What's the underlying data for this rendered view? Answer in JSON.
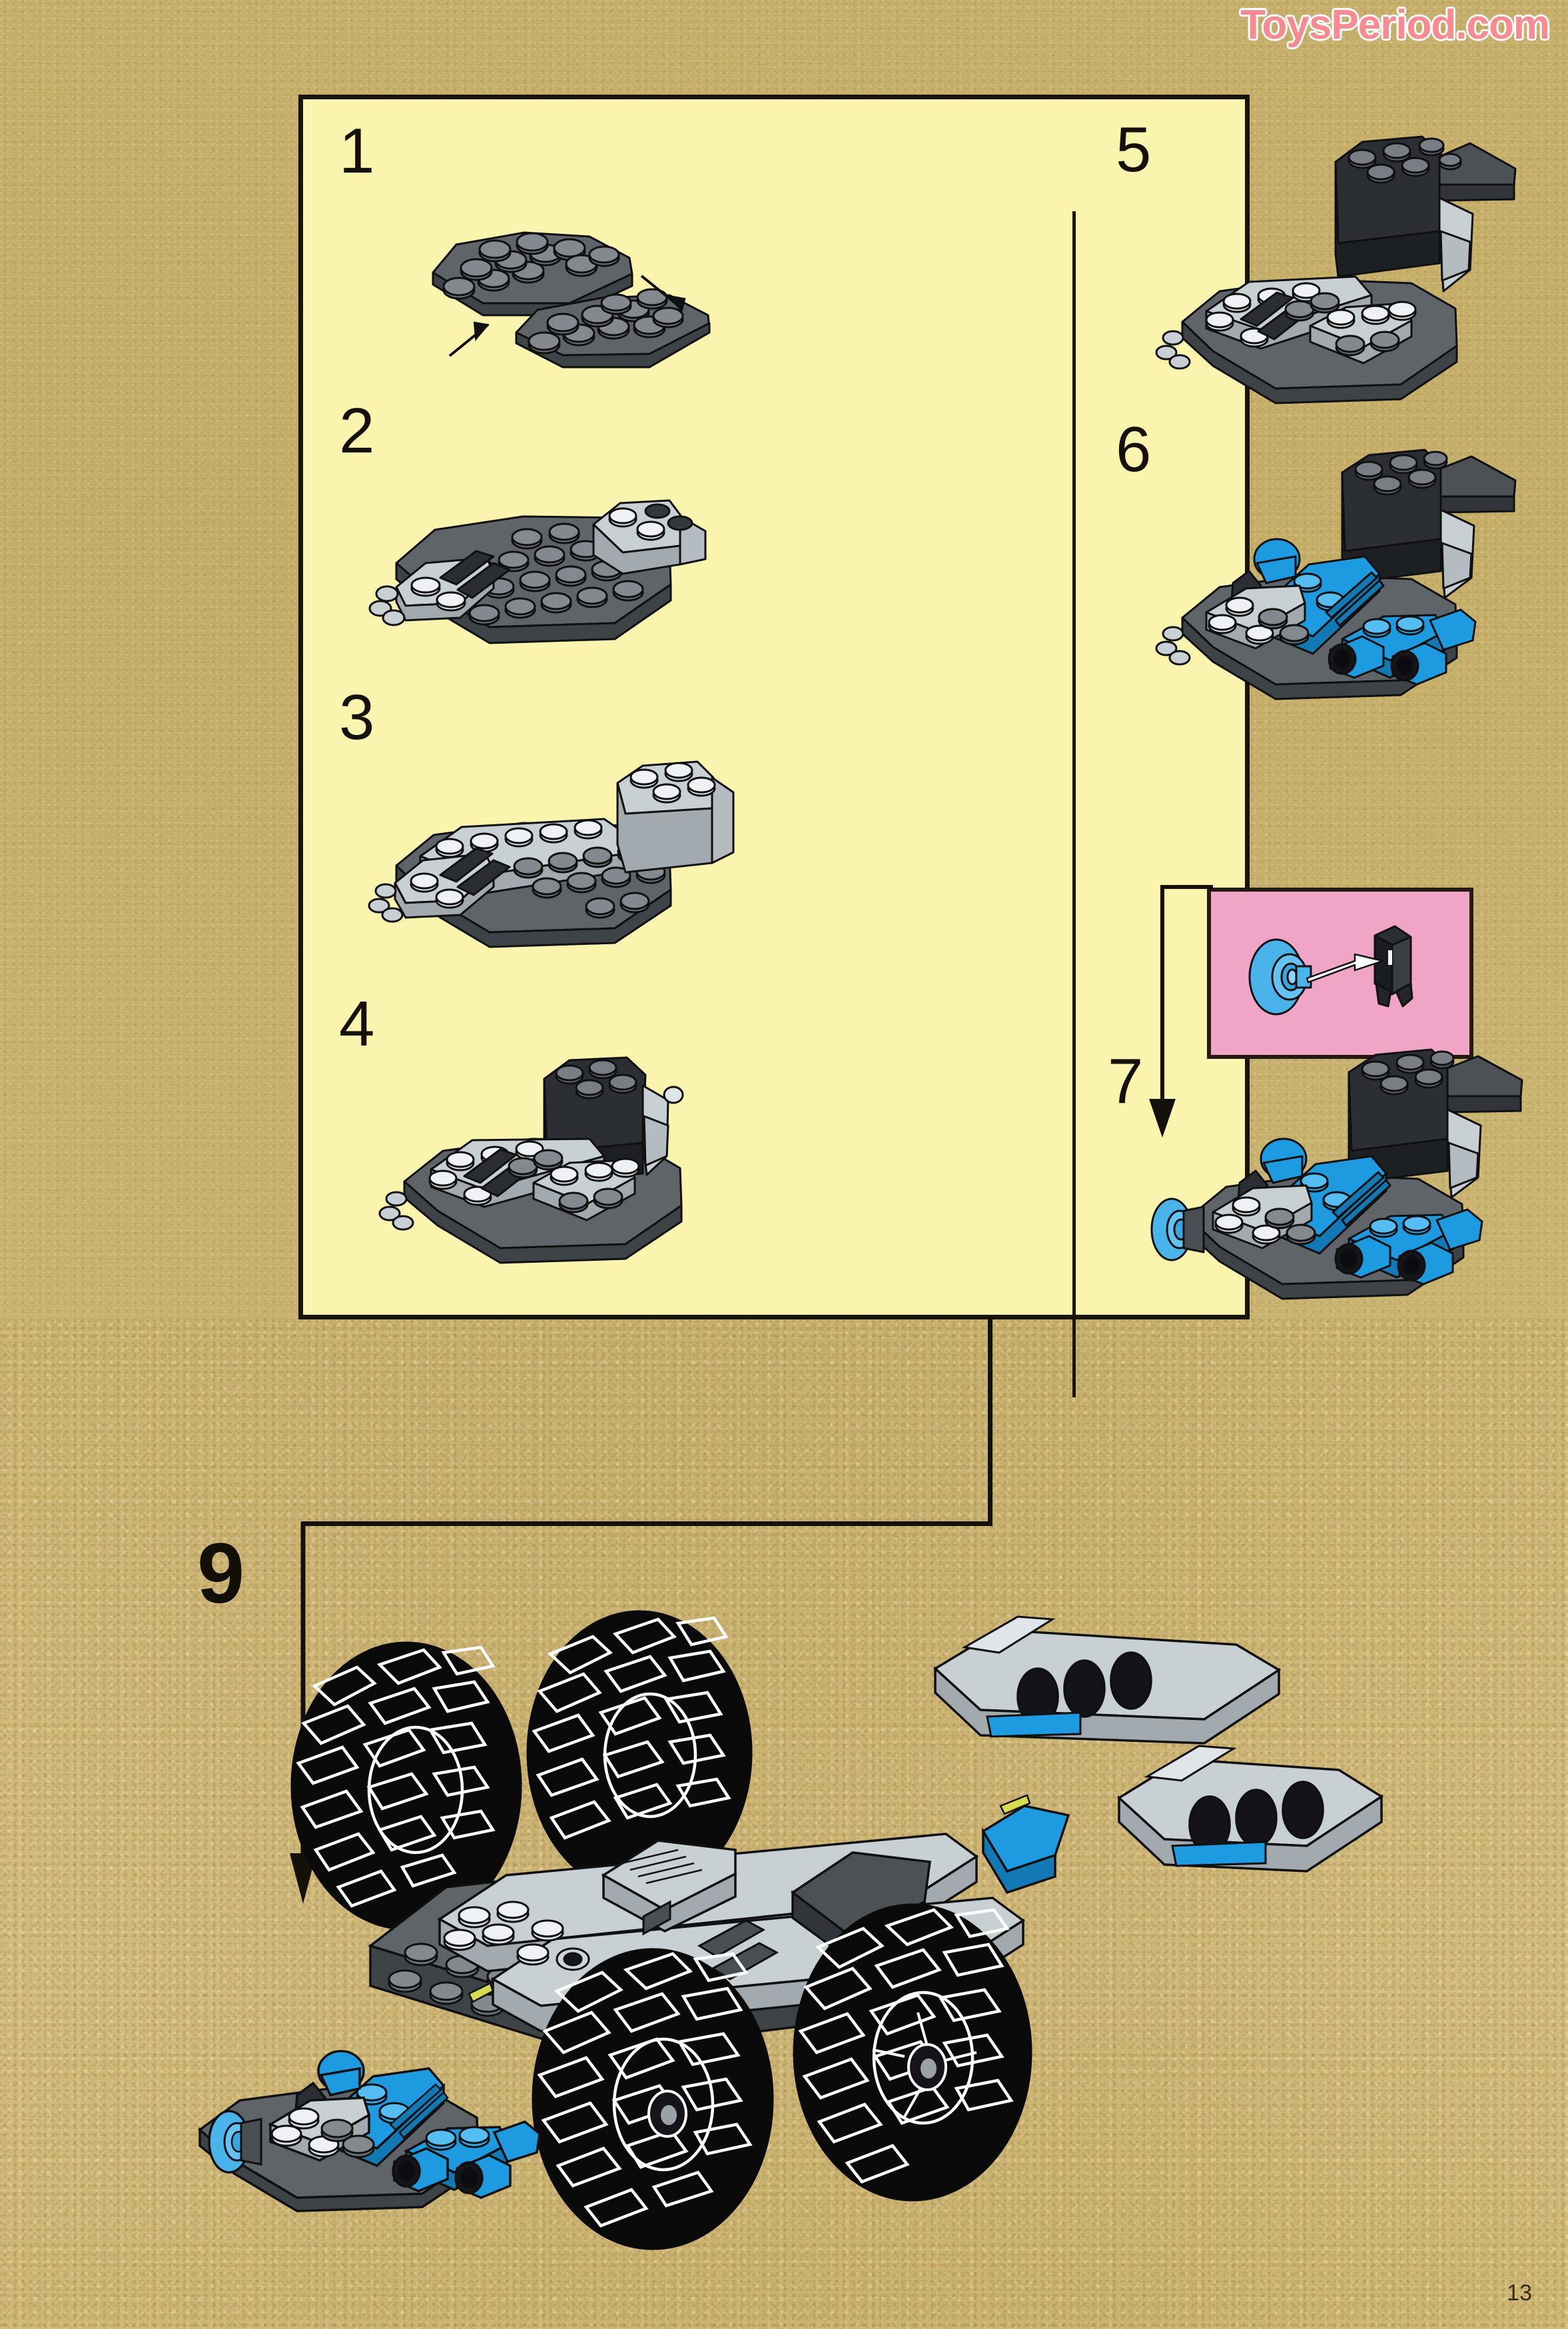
{
  "page": {
    "number": "13",
    "watermark": "ToysPeriod.com",
    "background_color": "#c6b06b",
    "panel_color": "#fbf4ae",
    "inset_color": "#f0a5c6",
    "accent_blue": "#1e9ae0",
    "dark_gray": "#5c6166",
    "light_gray": "#c9d0d4",
    "line_color": "#14100a"
  },
  "panel": {
    "left_column": [
      {
        "number": "1",
        "caption": ""
      },
      {
        "number": "2",
        "caption": ""
      },
      {
        "number": "3",
        "caption": ""
      },
      {
        "number": "4",
        "caption": ""
      }
    ],
    "right_column": [
      {
        "number": "5",
        "caption": ""
      },
      {
        "number": "6",
        "caption": ""
      },
      {
        "number": "7",
        "caption": ""
      }
    ],
    "inset": {
      "label": "",
      "note": ""
    }
  },
  "final_step": {
    "number": "9",
    "caption": ""
  }
}
